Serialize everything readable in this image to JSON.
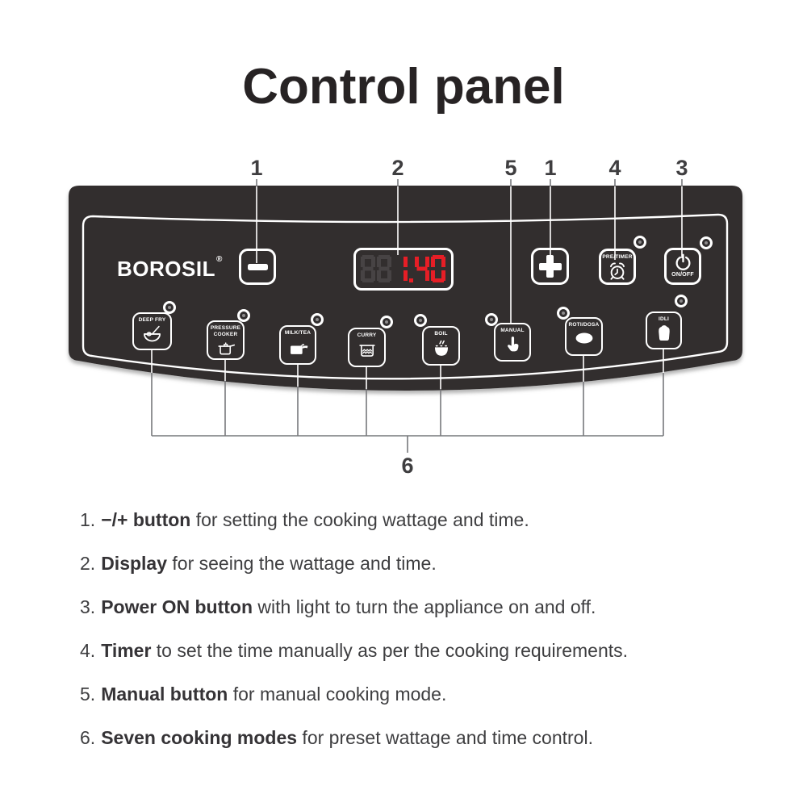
{
  "title": "Control panel",
  "brand": {
    "name": "BOROSIL",
    "reg": "®"
  },
  "panel": {
    "display": {
      "ghost": "88",
      "value": "1.40",
      "value_color": "#e61e26",
      "ghost_color": "#474344"
    },
    "buttons": {
      "pre_timer_label": "PRE/TIMER",
      "on_off_label": "ON/OFF"
    },
    "modes": [
      {
        "label": "DEEP FRY"
      },
      {
        "label": "PRESSURE COOKER"
      },
      {
        "label": "MILK/TEA"
      },
      {
        "label": "CURRY"
      },
      {
        "label": "BOIL"
      },
      {
        "label": "MANUAL"
      },
      {
        "label": "ROTI/DOSA"
      },
      {
        "label": "IDLI"
      }
    ]
  },
  "callouts": {
    "minus": "1",
    "display": "2",
    "manual": "5",
    "plus": "1",
    "timer": "4",
    "power": "3",
    "modes": "6"
  },
  "legend": [
    {
      "num": "1.",
      "bold": "−/+ button",
      "rest": " for setting the cooking wattage and time."
    },
    {
      "num": "2.",
      "bold": "Display",
      "rest": " for seeing the wattage and time."
    },
    {
      "num": "3.",
      "bold": "Power ON button",
      "rest": " with light to turn the appliance on and off."
    },
    {
      "num": "4.",
      "bold": "Timer",
      "rest": " to set the time manually as per the cooking requirements."
    },
    {
      "num": "5.",
      "bold": "Manual button",
      "rest": " for manual cooking mode."
    },
    {
      "num": "6.",
      "bold": "Seven cooking modes",
      "rest": " for preset wattage and time control."
    }
  ],
  "colors": {
    "panel": "#312e2f",
    "white": "#ffffff",
    "digit_red": "#e61e26",
    "line_gray": "#77787b",
    "number_gray": "#3f3e40",
    "text": "#3e3e40"
  }
}
